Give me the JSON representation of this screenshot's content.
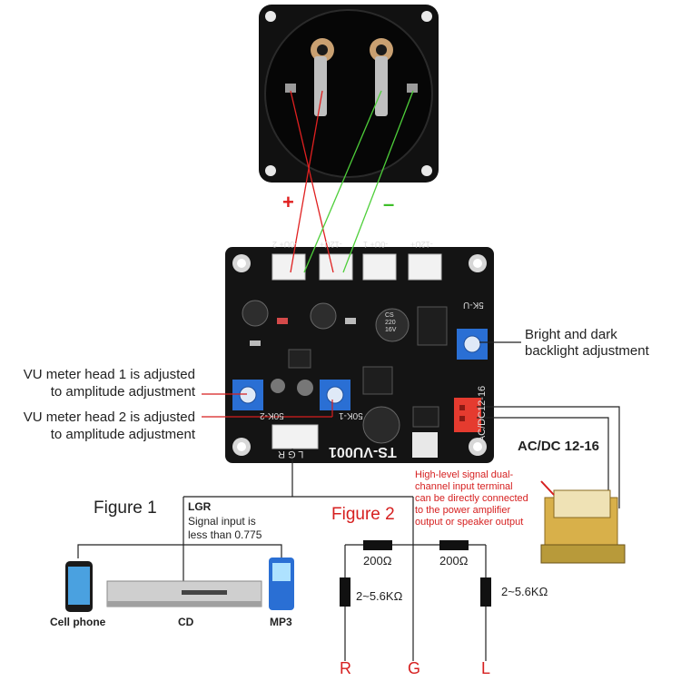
{
  "colors": {
    "pcb": "#141414",
    "connector_white": "#f2f2f2",
    "red_wire": "#e02020",
    "green_wire": "#4ecf3a",
    "pot_blue": "#2a6fd4",
    "annotation_red": "#d61f1f"
  },
  "meter": {
    "plus_label": "+",
    "minus_label": "–"
  },
  "board": {
    "title": "TS-VU001",
    "connectors": [
      "-0U+ 2",
      "-12U+",
      "-0U+ 1",
      "-12U+"
    ],
    "acdc_label": "AC/DC12-16",
    "pot_label": "5K-U",
    "pot_label_2": "50K-2",
    "pot_label_1": "50K-1",
    "input_label": "L G R",
    "cap_text": "CS 220 16V"
  },
  "annotations": {
    "backlight": [
      "Bright and dark",
      "backlight adjustment"
    ],
    "vu1": [
      "VU meter head 1 is adjusted",
      "to amplitude adjustment"
    ],
    "vu2": [
      "VU meter head 2 is adjusted",
      "to amplitude adjustment"
    ],
    "acdc": "AC/DC 12-16",
    "highlevel": [
      "High-level signal dual-",
      "channel input terminal",
      "can be directly connected",
      "to the power amplifier",
      "output or speaker output"
    ]
  },
  "figure1": {
    "title": "Figure 1",
    "lgr": "LGR",
    "signal": [
      "Signal input is",
      "less than 0.775"
    ],
    "devices": [
      "Cell phone",
      "CD",
      "MP3"
    ]
  },
  "figure2": {
    "title": "Figure 2",
    "res_top_left": "200Ω",
    "res_top_right": "200Ω",
    "res_left": "2~5.6KΩ",
    "res_right": "2~5.6KΩ",
    "terminals": [
      "R",
      "G",
      "L"
    ]
  }
}
